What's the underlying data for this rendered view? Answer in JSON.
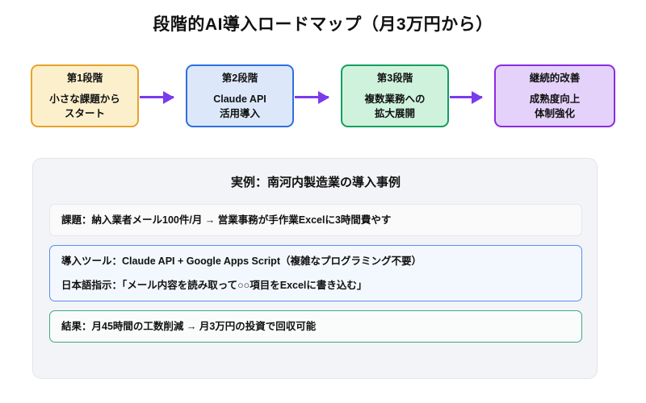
{
  "title": "段階的AI導入ロードマップ（月3万円から）",
  "roadmap": {
    "stages": [
      {
        "head": "第1段階",
        "line1": "小さな課題から",
        "line2": "スタート",
        "border_color": "#E8A229",
        "fill_color": "#FCF0CC"
      },
      {
        "head": "第2段階",
        "line1": "Claude API",
        "line2": "活用導入",
        "border_color": "#2E6FDE",
        "fill_color": "#DCE8FA"
      },
      {
        "head": "第3段階",
        "line1": "複数業務への",
        "line2": "拡大展開",
        "border_color": "#12A05C",
        "fill_color": "#CFF2DD"
      },
      {
        "head": "継続的改善",
        "line1": "成熟度向上",
        "line2": "体制強化",
        "border_color": "#8B2BE2",
        "fill_color": "#E4D2FB"
      }
    ],
    "arrow_color": "#7C3AED"
  },
  "panel": {
    "title": "実例：南河内製造業の導入事例",
    "cards": [
      {
        "line1": "課題：納入業者メール100件/月 → 営業事務が手作業Excelに3時間費やす",
        "border_color": "#E6E7EB",
        "fill_color": "#FAFAFB"
      },
      {
        "line1": "導入ツール：Claude API + Google Apps Script（複雑なプログラミング不要）",
        "line2": "日本語指示：「メール内容を読み取って○○項目をExcelに書き込む」",
        "border_color": "#5B8DEF",
        "fill_color": "#F3F8FE"
      },
      {
        "line1": "結果：月45時間の工数削減 → 月3万円の投資で回収可能",
        "border_color": "#3FA980",
        "fill_color": "#FAFCFB"
      }
    ]
  }
}
